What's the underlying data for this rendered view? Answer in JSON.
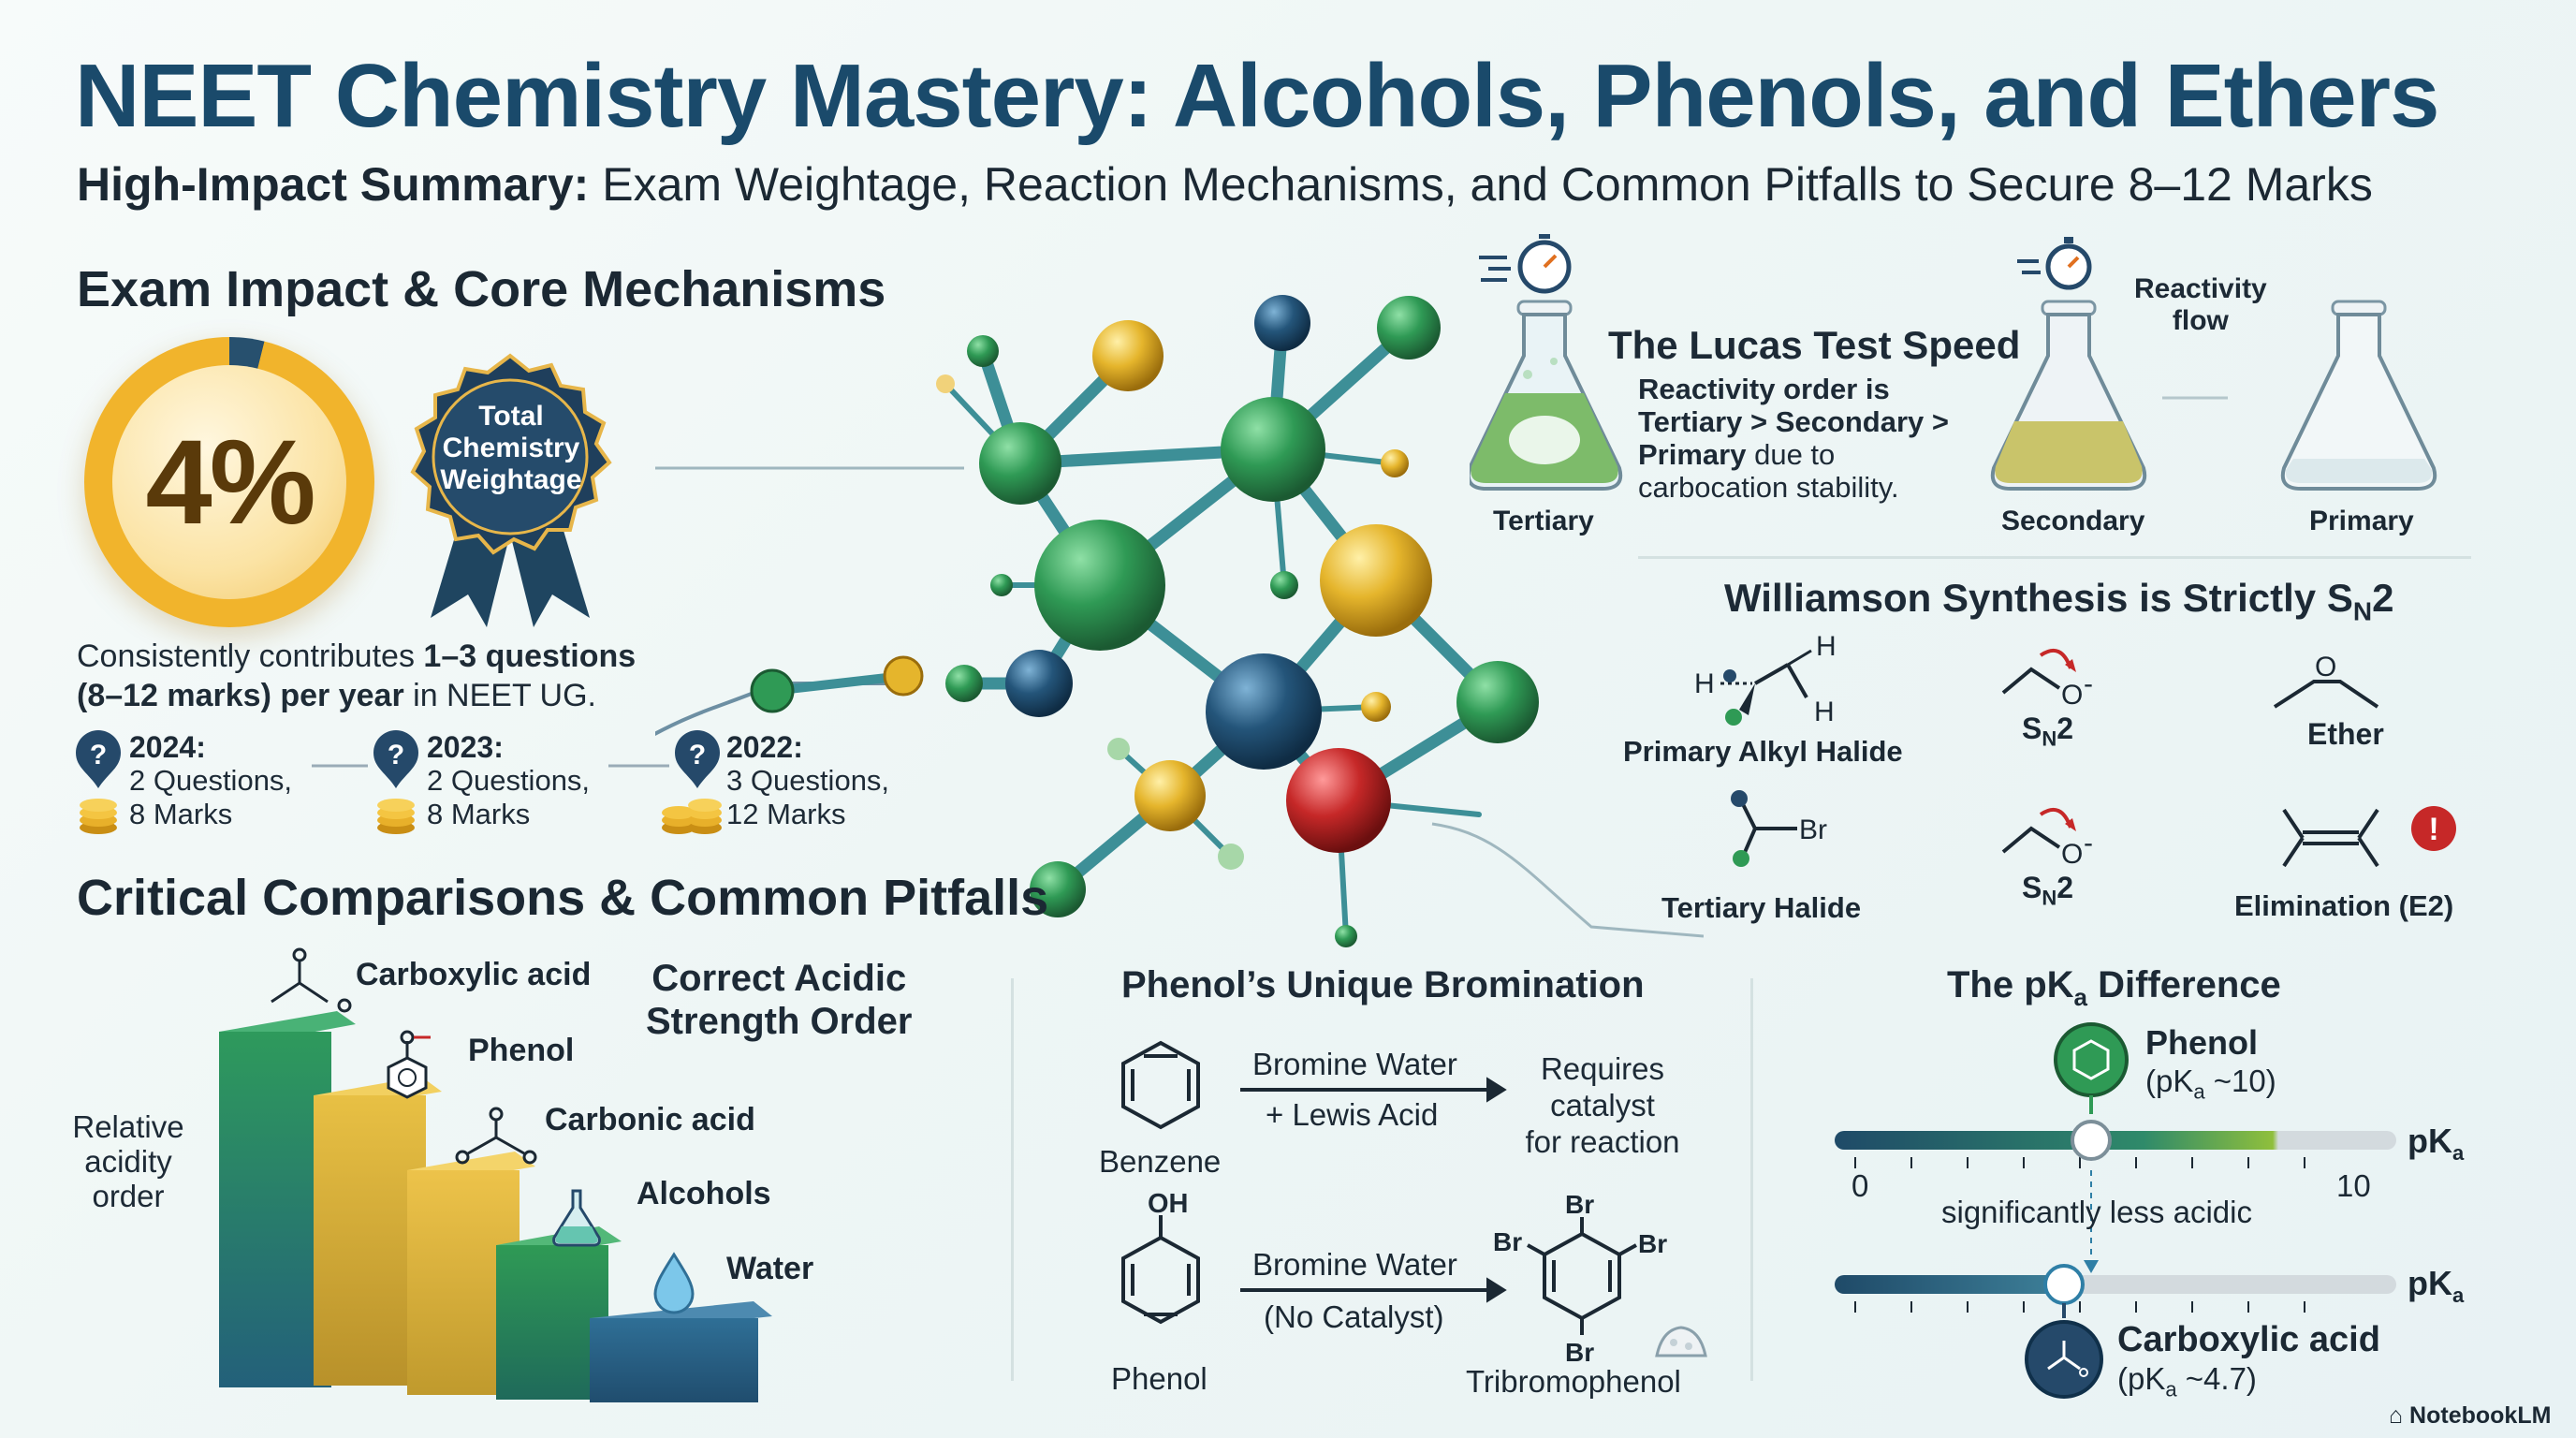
{
  "header": {
    "title": "NEET Chemistry Mastery: Alcohols, Phenols, and Ethers",
    "subtitle_bold": "High-Impact Summary:",
    "subtitle_rest": "Exam Weightage, Reaction Mechanisms, and Common Pitfalls to Secure 8–12 Marks"
  },
  "exam_impact": {
    "heading": "Exam Impact & Core Mechanisms",
    "percent": "4%",
    "badge_lines": [
      "Total",
      "Chemistry",
      "Weightage"
    ],
    "contrib_pre": "Consistently contributes ",
    "contrib_bold1": "1–3 questions",
    "contrib_bold2": "(8–12 marks) per year",
    "contrib_post": " in NEET UG.",
    "years": [
      {
        "year": "2024:",
        "line1": "2 Questions,",
        "line2": "8 Marks"
      },
      {
        "year": "2023:",
        "line1": "2 Questions,",
        "line2": "8 Marks"
      },
      {
        "year": "2022:",
        "line1": "3 Questions,",
        "line2": "12 Marks"
      }
    ],
    "icon_mark": "?"
  },
  "lucas": {
    "title": "The Lucas Test Speed",
    "line1": "Reactivity order is",
    "line2": "Tertiary > Secondary >",
    "line3_bold": "Primary",
    "line3_rest": " due to",
    "line4": "carbocation stability.",
    "flasks": [
      "Tertiary",
      "Secondary",
      "Primary"
    ],
    "flow_label_1": "Reactivity",
    "flow_label_2": "flow"
  },
  "williamson": {
    "title_main": "Williamson Synthesis is Strictly S",
    "title_sub": "N",
    "title_end": "2",
    "row1": {
      "substrate": "Primary Alkyl Halide",
      "mech": "S",
      "mech_sub": "N",
      "mech_end": "2",
      "product": "Ether"
    },
    "row2": {
      "substrate": "Tertiary Halide",
      "mech": "S",
      "mech_sub": "N",
      "mech_end": "2",
      "product": "Elimination (E2)"
    },
    "atoms": {
      "H": "H",
      "O": "O",
      "Br": "Br",
      "minus": "-",
      "warn": "!"
    }
  },
  "comparisons": {
    "heading": "Critical Comparisons & Common Pitfalls",
    "axis_label": [
      "Relative",
      "acidity",
      "order"
    ],
    "order_title": [
      "Correct Acidic",
      "Strength Order"
    ],
    "steps": [
      "Carboxylic acid",
      "Phenol",
      "Carbonic acid",
      "Alcohols",
      "Water"
    ]
  },
  "bromination": {
    "title": "Phenol’s Unique Bromination",
    "row1": {
      "reactant": "Benzene",
      "arrow_top": "Bromine Water",
      "arrow_bottom": "+ Lewis Acid",
      "result": [
        "Requires",
        "catalyst",
        "for reaction"
      ]
    },
    "row2": {
      "reactant": "Phenol",
      "oh": "OH",
      "arrow_top": "Bromine Water",
      "arrow_bottom": "(No Catalyst)",
      "result": "Tribromophenol",
      "br": "Br"
    }
  },
  "pka": {
    "title_pre": "The pK",
    "title_sub": "a",
    "title_post": " Difference",
    "phenol_name": "Phenol",
    "phenol_val_pre": "(pK",
    "phenol_val_sub": "a",
    "phenol_val_post": " ~10)",
    "scale_label": "pK",
    "scale_label_sub": "a",
    "tick_min": "0",
    "tick_max": "10",
    "note": "significantly less acidic",
    "acid_name": "Carboxylic acid",
    "acid_val_pre": "(pK",
    "acid_val_sub": "a",
    "acid_val_post": " ~4.7)",
    "phenol_pka": 10,
    "acid_pka": 4.7
  },
  "footer": {
    "brand": "NotebookLM"
  },
  "colors": {
    "title": "#1a4a6b",
    "gold": "#f1b42c",
    "navy": "#27506e",
    "green": "#2f9a55",
    "red": "#c62828"
  }
}
